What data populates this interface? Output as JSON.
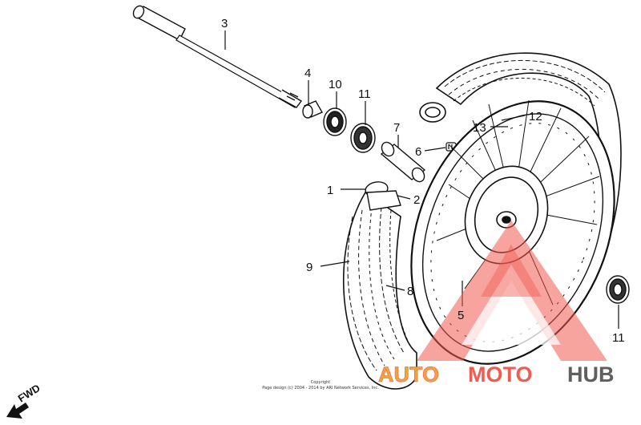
{
  "callouts": [
    "1",
    "2",
    "3",
    "4",
    "5",
    "6",
    "7",
    "8",
    "9",
    "10",
    "11",
    "11",
    "12",
    "13"
  ],
  "fwd_label": "FWD",
  "copyright": {
    "line1": "Copyright",
    "line2": "Page design (c) 2004 - 2014 by ARI Network Services, Inc."
  },
  "watermark": {
    "part1": "AUTO",
    "part2": "MOTO",
    "part3": "HUB",
    "colors": {
      "red": "#f05a4f",
      "orange": "#f4a23a",
      "gray": "#5f5f5f"
    }
  }
}
